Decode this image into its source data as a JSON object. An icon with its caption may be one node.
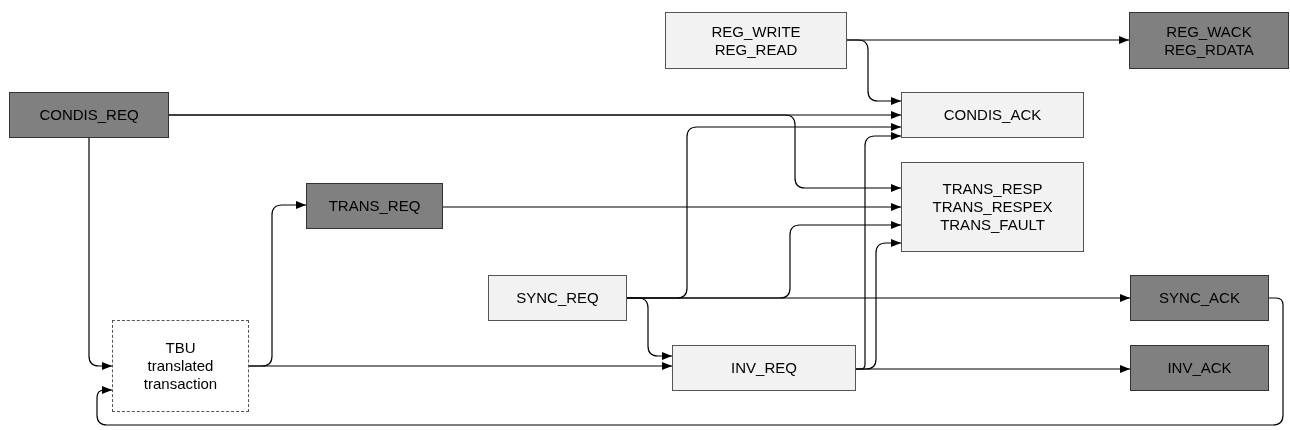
{
  "diagram": {
    "nodes": [
      {
        "text": [
          "REG_WRITE REG_READ"
        ]
      },
      {
        "text": [
          "REG_WACK REG_RDATA"
        ]
      },
      {
        "text": [
          "CONDIS_REQ"
        ]
      },
      {
        "text": [
          "CONDIS_ACK"
        ]
      },
      {
        "text": [
          "TRANS_REQ"
        ]
      },
      {
        "text": [
          "TRANS_RESP TRANS_RESPEX TRANS_FAULT"
        ]
      },
      {
        "text": [
          "SYNC_REQ"
        ]
      },
      {
        "text": [
          "SYNC_ACK"
        ]
      },
      {
        "text": [
          "TBU translated transaction"
        ]
      },
      {
        "text": [
          "INV_REQ"
        ]
      },
      {
        "text": [
          "INV_ACK"
        ]
      }
    ],
    "edges": [
      {
        "from": 0,
        "to": 1,
        "arrow": "to"
      },
      {
        "from": 0,
        "to": 3,
        "arrow": "to"
      },
      {
        "from": 2,
        "to": 3,
        "arrow": "to"
      },
      {
        "from": 2,
        "to": 5,
        "arrow": "to"
      },
      {
        "from": 2,
        "to": 8,
        "arrow": "to"
      },
      {
        "from": 8,
        "to": 4,
        "arrow": "to"
      },
      {
        "from": 8,
        "to": 9,
        "arrow": "to"
      },
      {
        "from": 4,
        "to": 5,
        "arrow": "to"
      },
      {
        "from": 6,
        "to": 3,
        "arrow": "to"
      },
      {
        "from": 6,
        "to": 5,
        "arrow": "to"
      },
      {
        "from": 6,
        "to": 7,
        "arrow": "to"
      },
      {
        "from": 6,
        "to": 9,
        "arrow": "to"
      },
      {
        "from": 9,
        "to": 3,
        "arrow": "to"
      },
      {
        "from": 9,
        "to": 5,
        "arrow": "to"
      },
      {
        "from": 9,
        "to": 10,
        "arrow": "to"
      },
      {
        "from": 7,
        "to": 8,
        "arrow": "to"
      }
    ]
  }
}
